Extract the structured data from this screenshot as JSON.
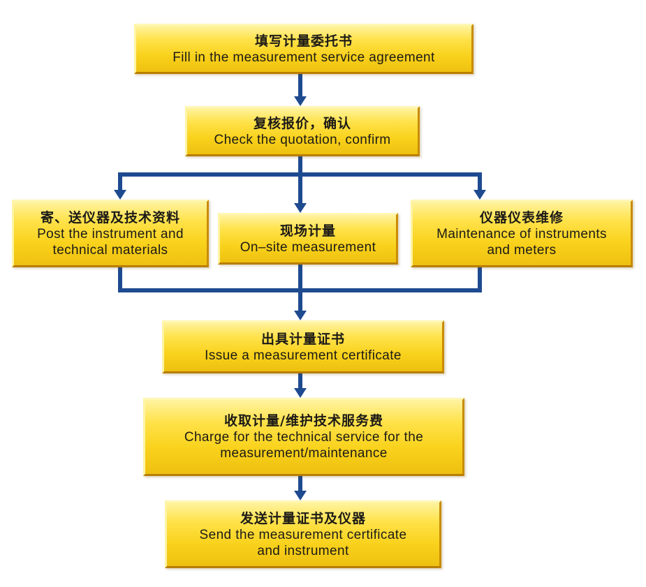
{
  "colors": {
    "connector": "#1e4a90",
    "box_fill_top": "#fff3a0",
    "box_fill_bottom": "#eec010",
    "box_edge_dark": "#c98c06",
    "text": "#1c1a17"
  },
  "steps": {
    "agreement": {
      "zh": "填写计量委托书",
      "en": [
        "Fill in the measurement service agreement"
      ]
    },
    "quotation": {
      "zh": "复核报价，确认",
      "en": [
        "Check the quotation, confirm"
      ]
    },
    "post": {
      "zh": "寄、送仪器及技术资料",
      "en": [
        "Post the instrument and",
        "technical materials"
      ]
    },
    "onsite": {
      "zh": "现场计量",
      "en": [
        "On–site measurement"
      ]
    },
    "maintenance": {
      "zh": "仪器仪表维修",
      "en": [
        "Maintenance of instruments",
        "and meters"
      ]
    },
    "certificate": {
      "zh": "出具计量证书",
      "en": [
        "Issue a measurement certificate"
      ]
    },
    "charge": {
      "zh": "收取计量/维护技术服务费",
      "en": [
        "Charge for the technical service for the",
        "measurement/maintenance"
      ]
    },
    "send": {
      "zh": "发送计量证书及仪器",
      "en": [
        "Send the measurement certificate",
        "and instrument"
      ]
    }
  }
}
